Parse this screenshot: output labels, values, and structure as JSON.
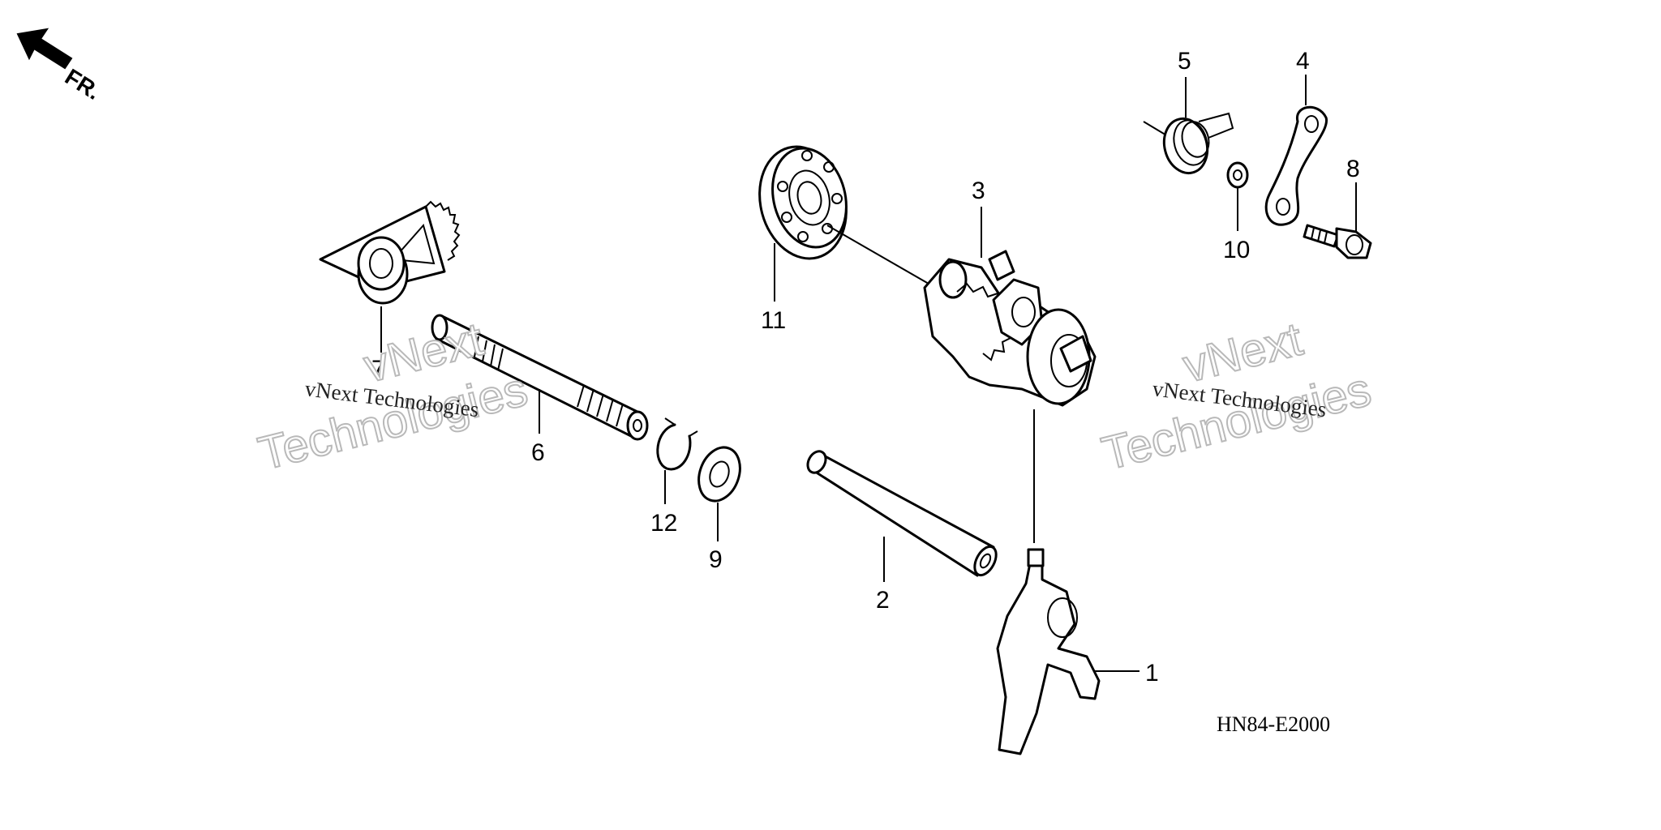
{
  "diagram": {
    "direction_label": "FR.",
    "diagram_code": "HN84-E2000",
    "watermark": {
      "small": "vNext Technologies",
      "big_line1": "vNext",
      "big_line2": "Technologies"
    },
    "callouts": [
      "1",
      "2",
      "3",
      "4",
      "5",
      "6",
      "7",
      "8",
      "9",
      "10",
      "11",
      "12"
    ]
  }
}
